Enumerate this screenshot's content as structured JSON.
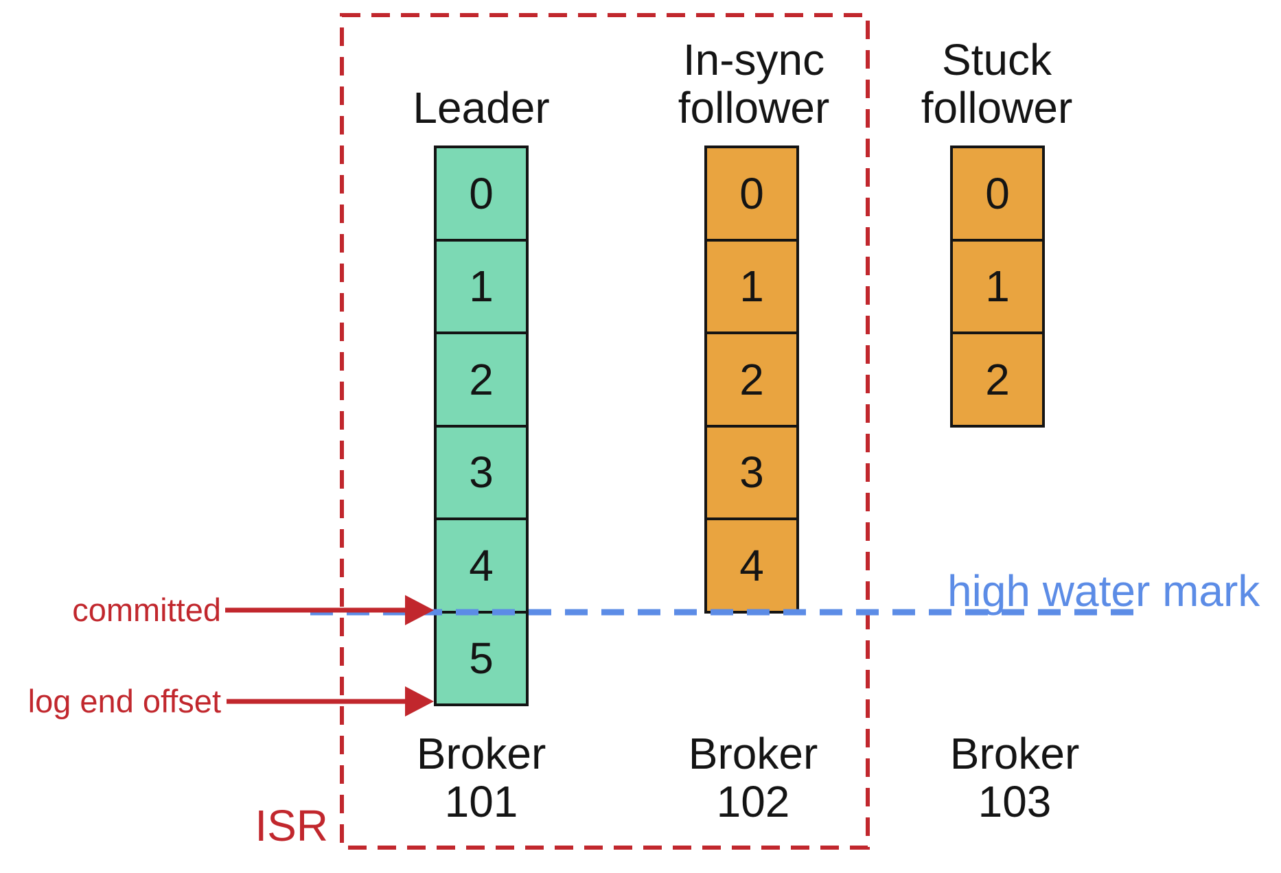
{
  "colors": {
    "leader_fill": "#7cd9b4",
    "follower_fill": "#e9a440",
    "accent_red": "#c1272d",
    "accent_blue": "#5c8ce6",
    "text": "#141414"
  },
  "columns": [
    {
      "id": "leader",
      "label": "Leader",
      "offsets": [
        "0",
        "1",
        "2",
        "3",
        "4",
        "5"
      ],
      "broker_line1": "Broker",
      "broker_line2": "101"
    },
    {
      "id": "in-sync-follower",
      "label": "In-sync follower",
      "offsets": [
        "0",
        "1",
        "2",
        "3",
        "4"
      ],
      "broker_line1": "Broker",
      "broker_line2": "102"
    },
    {
      "id": "stuck-follower",
      "label": "Stuck follower",
      "offsets": [
        "0",
        "1",
        "2"
      ],
      "broker_line1": "Broker",
      "broker_line2": "103"
    }
  ],
  "annotations": {
    "committed_label": "committed",
    "log_end_offset_label": "log end offset",
    "high_water_mark_label": "high water mark",
    "isr_label": "ISR"
  }
}
